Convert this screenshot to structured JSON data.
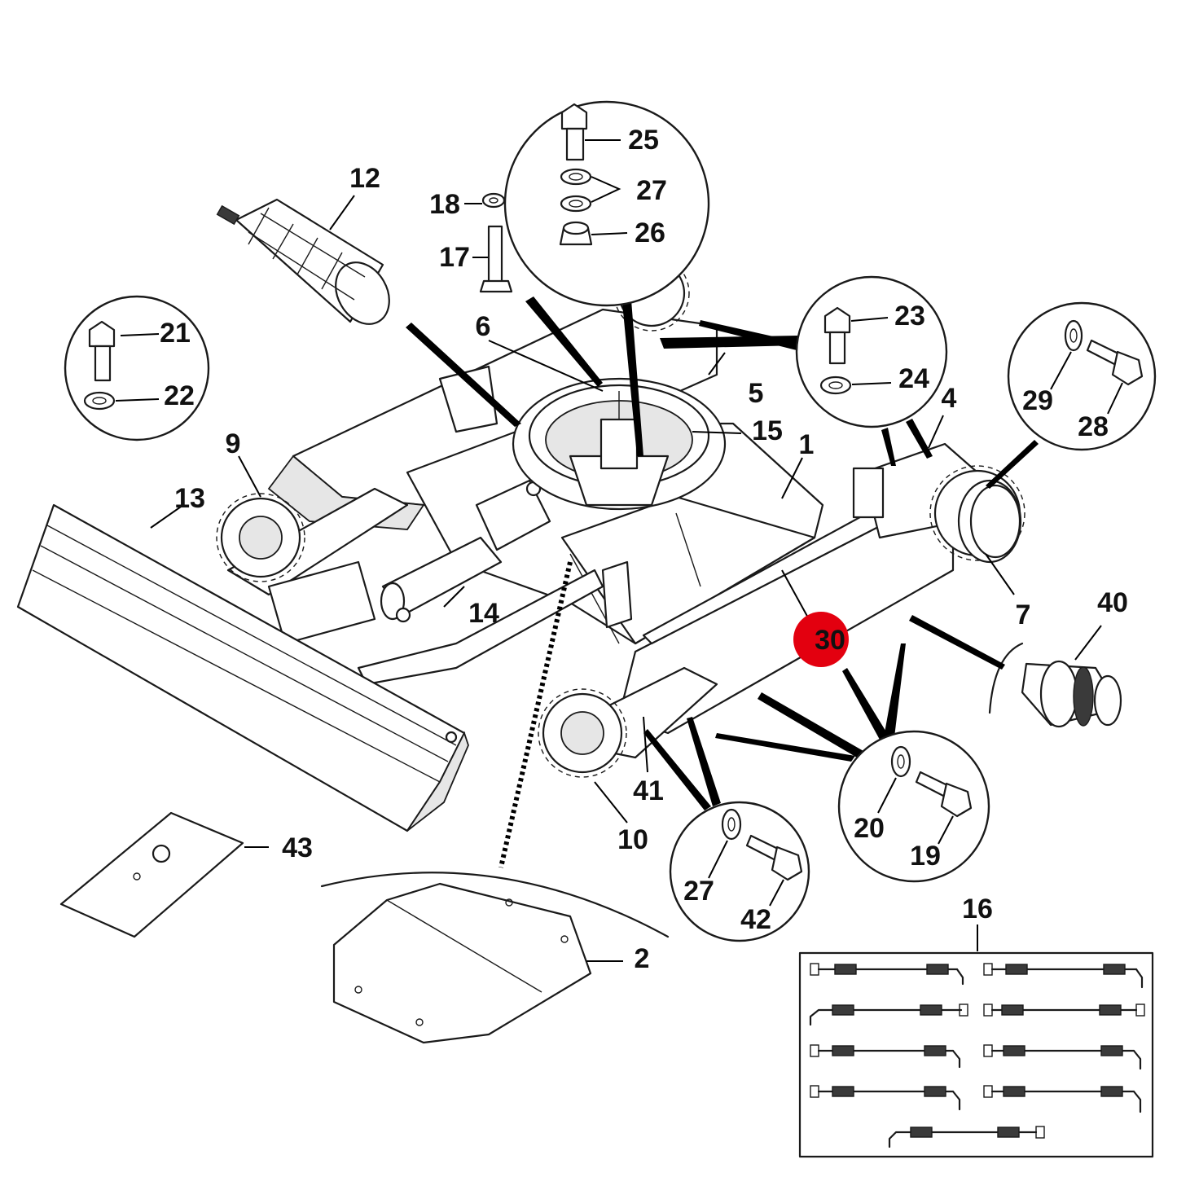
{
  "highlight": {
    "label": "30",
    "color": "#e3000f"
  },
  "labels": {
    "p1": "1",
    "p2": "2",
    "p4": "4",
    "p5": "5",
    "p6": "6",
    "p7": "7",
    "p9": "9",
    "p10": "10",
    "p12": "12",
    "p13": "13",
    "p14": "14",
    "p15": "15",
    "p16": "16",
    "p17": "17",
    "p18": "18",
    "p19": "19",
    "p20": "20",
    "p21": "21",
    "p22": "22",
    "p23": "23",
    "p24": "24",
    "p25": "25",
    "p26": "26",
    "p27a": "27",
    "p27b": "27",
    "p28": "28",
    "p29": "29",
    "p40": "40",
    "p41": "41",
    "p42": "42",
    "p43": "43"
  },
  "icons": {
    "bolt": "hex-bolt-icon",
    "washer": "washer-icon",
    "nut": "nut-icon",
    "hose": "hydraulic-hose-icon",
    "sprocket": "sprocket-icon"
  }
}
